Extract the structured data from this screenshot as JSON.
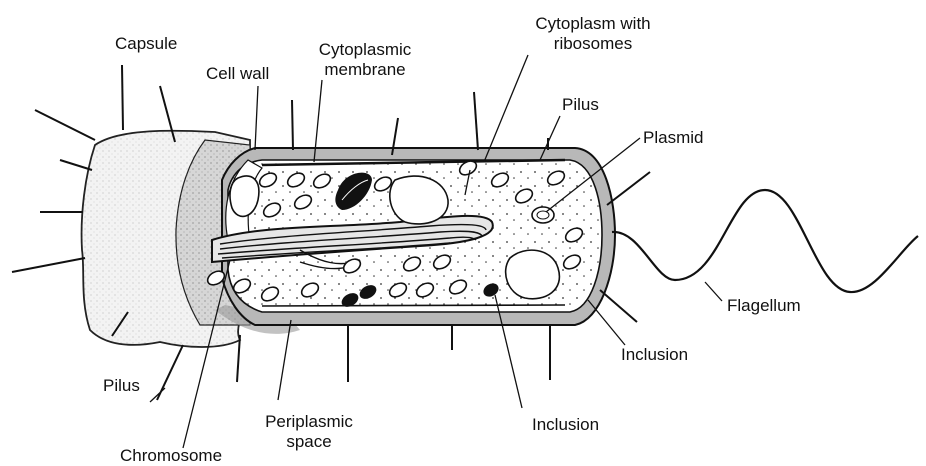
{
  "labels": {
    "capsule": "Capsule",
    "cell_wall": "Cell wall",
    "cytoplasmic_membrane": [
      "Cytoplasmic",
      "membrane"
    ],
    "cytoplasm_ribosomes": [
      "Cytoplasm with",
      "ribosomes"
    ],
    "pilus_top": "Pilus",
    "plasmid": "Plasmid",
    "flagellum": "Flagellum",
    "inclusion_right": "Inclusion",
    "inclusion_bottom": "Inclusion",
    "periplasmic_space": [
      "Periplasmic",
      "space"
    ],
    "chromosome": "Chromosome",
    "pilus_bottom": "Pilus"
  },
  "colors": {
    "ink": "#111111",
    "wall_fill": "#b5b5b5",
    "capsule_fill": "#f1f1f1",
    "cytoplasm_fill": "#ffffff"
  }
}
